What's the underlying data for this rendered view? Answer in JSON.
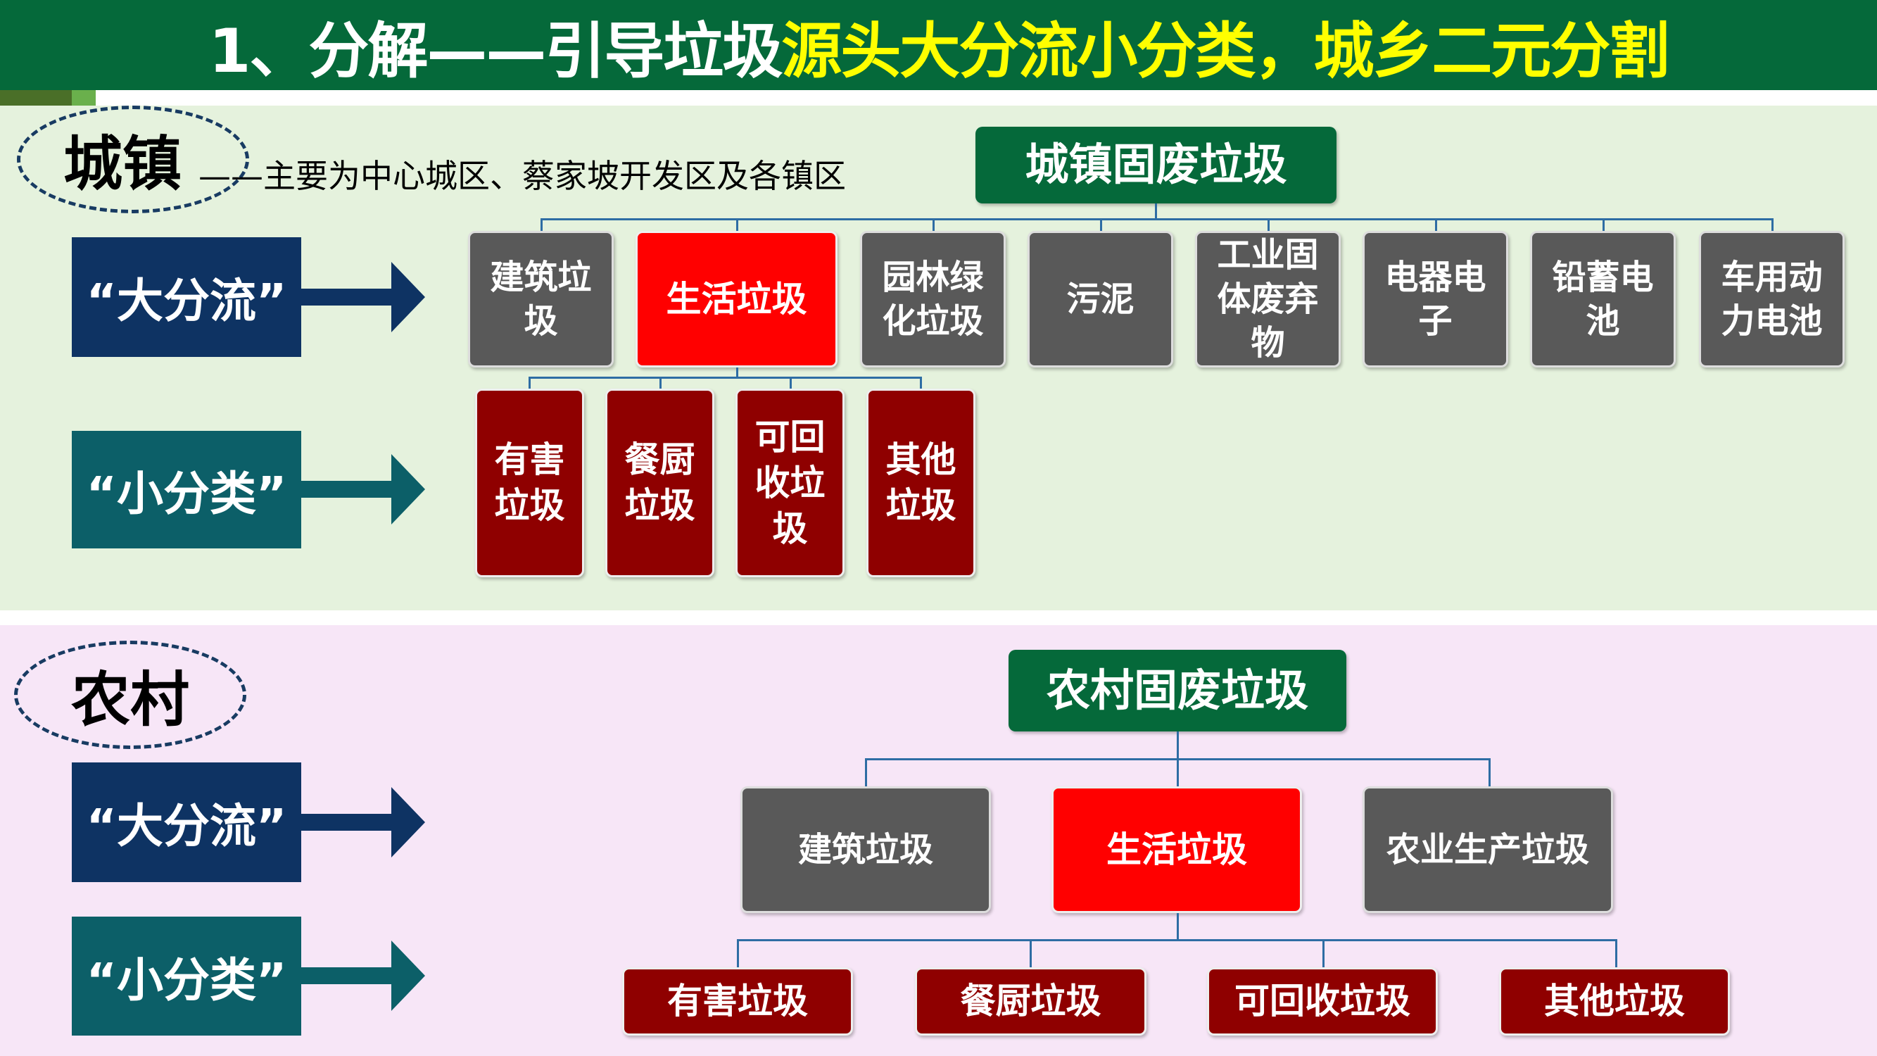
{
  "title": {
    "prefix": "1、分解——引导垃圾",
    "highlight": "源头大分流小分类，城乡二元分割"
  },
  "colors": {
    "title_bg": "#05693a",
    "highlight": "#ffff00",
    "gray": "#595959",
    "red": "#ff0000",
    "dark_red": "#8f0000",
    "navy": "#0e3363",
    "teal": "#0c5f68"
  },
  "urban": {
    "label": "城镇",
    "description": "——主要为中心城区、蔡家坡开发区及各镇区",
    "root": "城镇固废垃圾",
    "major_label": "“大分流”",
    "minor_label": "“小分类”",
    "major": [
      "建筑垃圾",
      "生活垃圾",
      "园林绿化垃圾",
      "污泥",
      "工业固体废弃物",
      "电器电子",
      "铅蓄电池",
      "车用动力电池"
    ],
    "minor": [
      "有害垃圾",
      "餐厨垃圾",
      "可回收垃圾",
      "其他垃圾"
    ]
  },
  "rural": {
    "label": "农村",
    "root": "农村固废垃圾",
    "major_label": "“大分流”",
    "minor_label": "“小分类”",
    "major": [
      "建筑垃圾",
      "生活垃圾",
      "农业生产垃圾"
    ],
    "minor": [
      "有害垃圾",
      "餐厨垃圾",
      "可回收垃圾",
      "其他垃圾"
    ]
  }
}
